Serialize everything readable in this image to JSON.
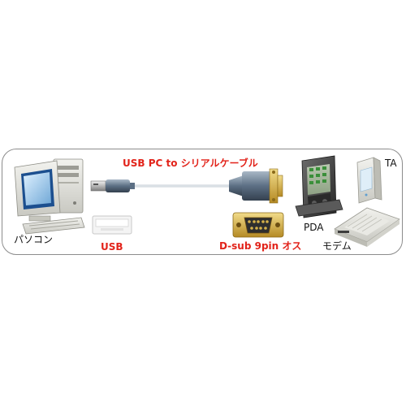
{
  "diagram": {
    "cable_title": "USB PC to シリアルケーブル",
    "pc_label": "パソコン",
    "usb_label": "USB",
    "dsub_label": "D-sub 9pin オス",
    "pda_label": "PDA",
    "ta_label": "TA",
    "modem_label": "モデム"
  },
  "colors": {
    "accent_red": "#e2231a",
    "border_gray": "#8c8c8c",
    "connector_gold": "#c9a23a",
    "pda_green": "#3a8f3a"
  },
  "icons": [
    "desktop-pc-icon",
    "usb-port-icon",
    "usb-cable-icon",
    "dsub-connector-icon",
    "dsub-port-icon",
    "pda-icon",
    "ta-device-icon",
    "modem-icon"
  ]
}
